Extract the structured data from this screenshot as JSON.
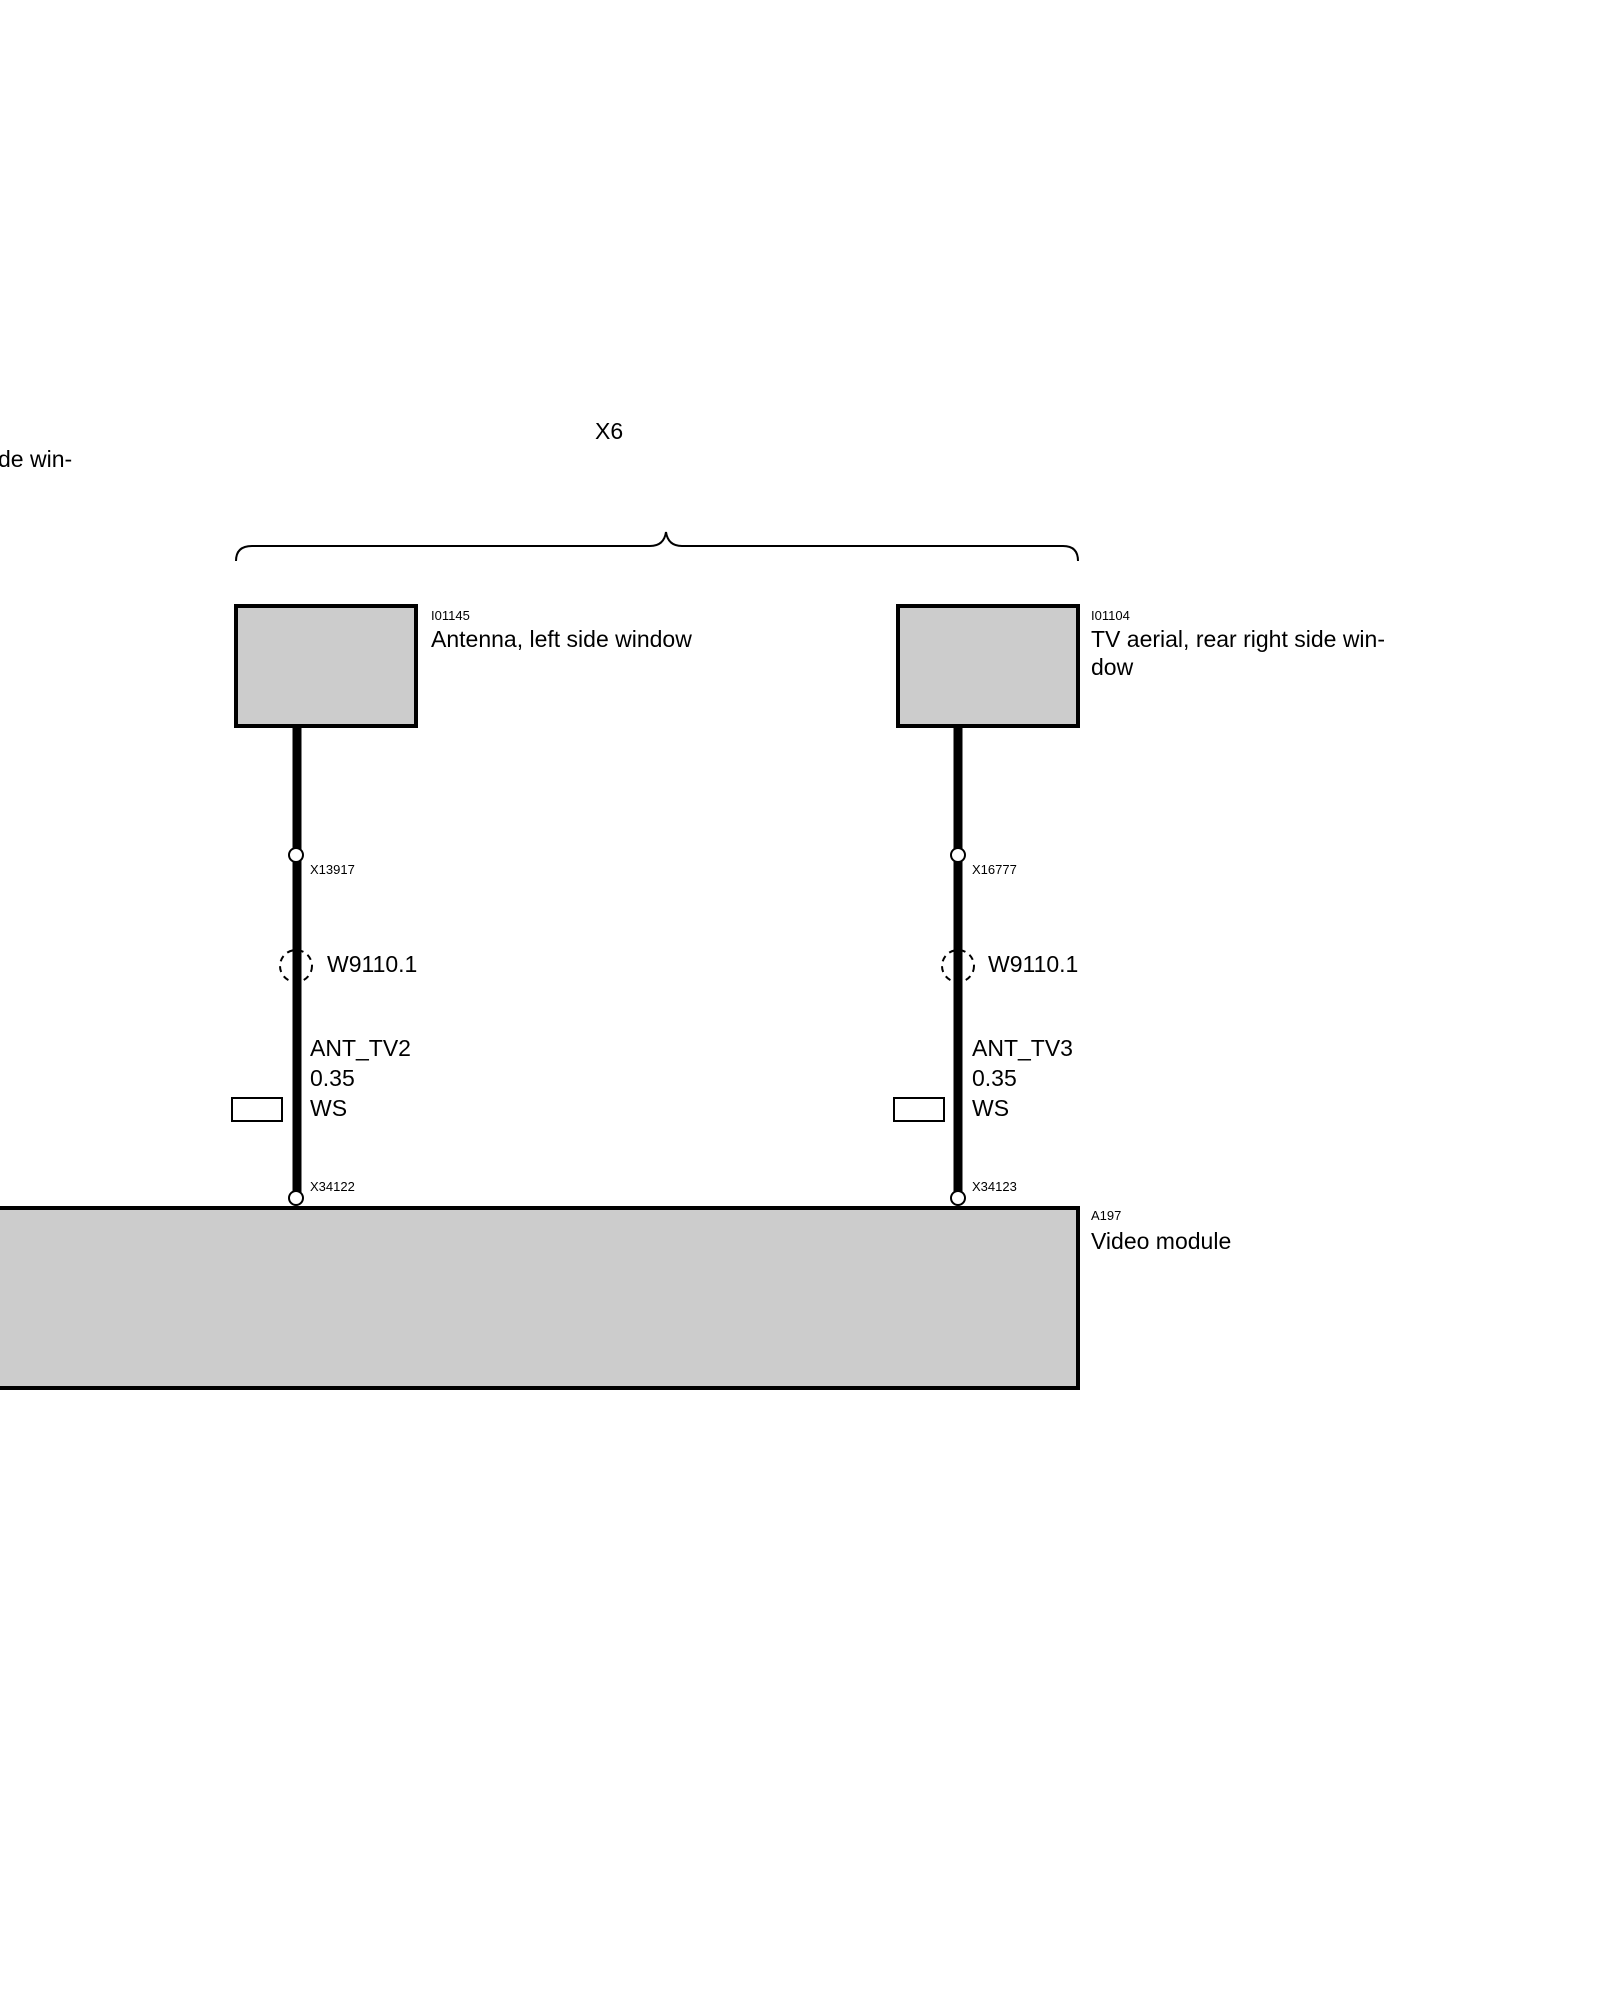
{
  "group_label": "X6",
  "cut_off_label": "de win-",
  "components": [
    {
      "id": "I01145",
      "name_line1": "Antenna, left side window",
      "name_line2": ""
    },
    {
      "id": "I01104",
      "name_line1": "TV aerial, rear right side win-",
      "name_line2": "dow"
    }
  ],
  "wires": [
    {
      "top_connector": "X13917",
      "shield_ref": "W9110.1",
      "signal": "ANT_TV2",
      "cross_section": "0.35",
      "color_code": "WS",
      "bottom_connector": "X34122"
    },
    {
      "top_connector": "X16777",
      "shield_ref": "W9110.1",
      "signal": "ANT_TV3",
      "cross_section": "0.35",
      "color_code": "WS",
      "bottom_connector": "X34123"
    }
  ],
  "module": {
    "id": "A197",
    "name": "Video module"
  },
  "colors": {
    "box_fill": "#cccccc",
    "line": "#000000"
  }
}
